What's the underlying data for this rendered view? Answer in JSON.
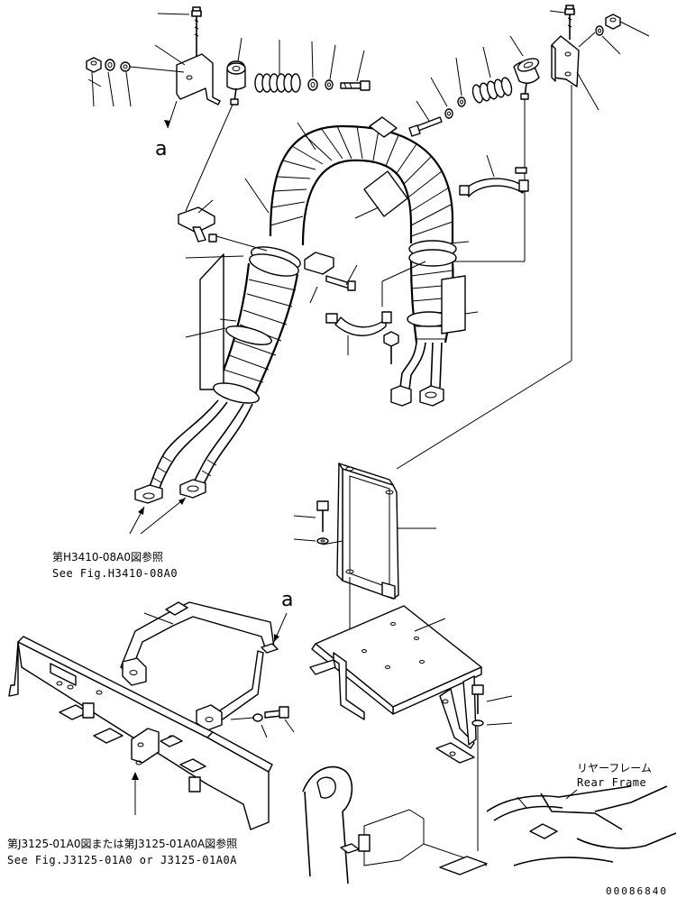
{
  "labels": {
    "detail_a_top": "a",
    "detail_a_mid": "a",
    "ref_h3410_jp": "第H3410-08A0図参照",
    "ref_h3410_en": "See Fig.H3410-08A0",
    "ref_j3125_jp": "第J3125-01A0図または第J3125-01A0A図参照",
    "ref_j3125_en": "See Fig.J3125-01A0 or J3125-01A0A",
    "rear_frame_jp": "リヤーフレーム",
    "rear_frame_en": "Rear Frame",
    "drawing_code": "00086840"
  },
  "colors": {
    "ink": "#000000",
    "paper": "#ffffff"
  }
}
